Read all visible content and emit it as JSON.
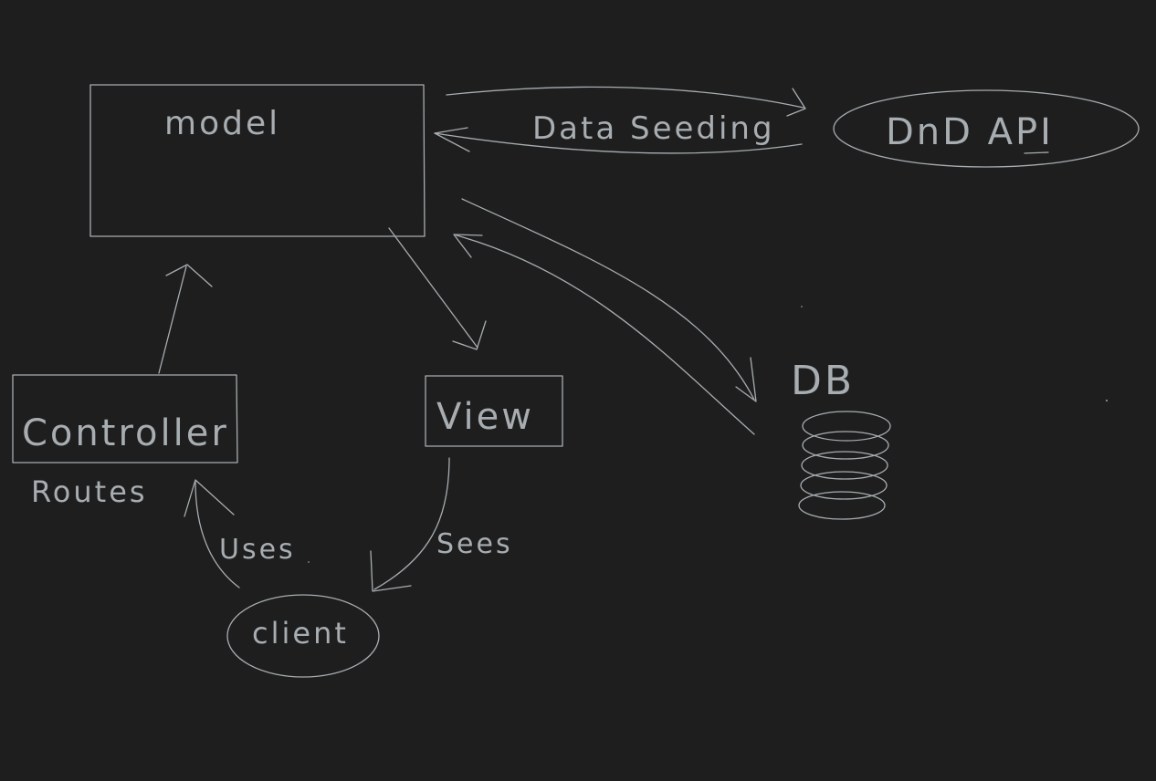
{
  "colors": {
    "background": "#1e1e1e",
    "ink": "#a7adb1"
  },
  "nodes": {
    "model": {
      "label": "model"
    },
    "controller": {
      "label": "Controller",
      "sublabel": "Routes"
    },
    "view": {
      "label": "View"
    },
    "client": {
      "label": "client"
    },
    "api": {
      "label": "DnD API"
    },
    "db": {
      "label": "DB"
    }
  },
  "edges": {
    "seeding": {
      "label": "Data Seeding"
    },
    "uses": {
      "label": "Uses"
    },
    "sees": {
      "label": "Sees"
    }
  }
}
